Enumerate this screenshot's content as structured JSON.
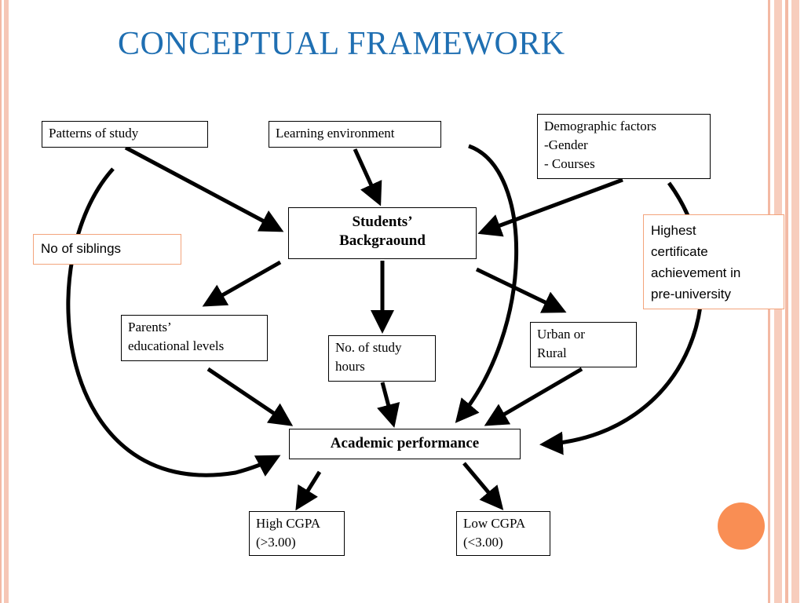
{
  "title": "CONCEPTUAL FRAMEWORK",
  "colors": {
    "title": "#1f6fb2",
    "arrow": "#000000",
    "orange_border": "#f3a47c",
    "accent_circle": "#f98e54",
    "border_band": "#f6c7b6"
  },
  "nodes": {
    "patterns_of_study": {
      "lines": [
        "Patterns of study"
      ]
    },
    "learning_environment": {
      "lines": [
        "Learning environment"
      ]
    },
    "demographic_factors": {
      "lines": [
        "Demographic factors",
        "-Gender",
        "- Courses"
      ]
    },
    "students_background": {
      "lines": [
        "Students’",
        "Backgraound"
      ]
    },
    "no_of_siblings": {
      "lines": [
        "No of siblings"
      ]
    },
    "highest_certificate": {
      "lines": [
        "Highest",
        "certificate",
        "achievement in",
        "pre-university"
      ]
    },
    "parents_educational_levels": {
      "lines": [
        "Parents’",
        "educational levels"
      ]
    },
    "no_of_study_hours": {
      "lines": [
        "No. of study",
        "hours"
      ]
    },
    "urban_or_rural": {
      "lines": [
        "Urban or",
        "Rural"
      ]
    },
    "academic_performance": {
      "lines": [
        "Academic performance"
      ]
    },
    "high_cgpa": {
      "lines": [
        "High CGPA",
        "(>3.00)"
      ]
    },
    "low_cgpa": {
      "lines": [
        "Low CGPA",
        "(<3.00)"
      ]
    }
  }
}
